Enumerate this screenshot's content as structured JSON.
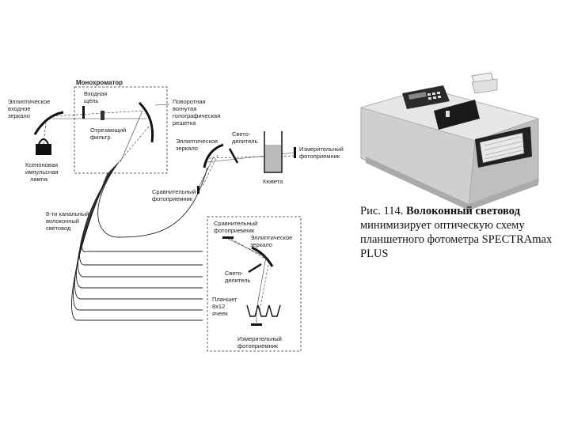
{
  "diagram": {
    "monochromator_title": "Монохроматор",
    "labels": {
      "elliptic_input_mirror": [
        "Эллиптическое",
        "входное",
        "зеркало"
      ],
      "entrance_slit": [
        "Входная",
        "щель"
      ],
      "cutoff_filter": [
        "Отрезающий",
        "фильтр"
      ],
      "rotating_grating": [
        "Поворотная",
        "вогнутая",
        "голографическая",
        "решетка"
      ],
      "elliptic_mirror_1": [
        "Эллиптическое",
        "зеркало"
      ],
      "beam_splitter_1": [
        "Свето-",
        "делитель"
      ],
      "measuring_photoreceiver_1": [
        "Измерительный",
        "фотоприемник"
      ],
      "cuvette": [
        "Кювета"
      ],
      "xenon_lamp": [
        "Ксеноновая",
        "импульсная",
        "лампа"
      ],
      "reference_photoreceiver_1": [
        "Сравнительный",
        "фотоприемник"
      ],
      "fiber_8ch": [
        "8-ти канальный",
        "волоконный",
        "световод"
      ],
      "reference_photoreceiver_2": [
        "Сравнительный",
        "фотоприемник"
      ],
      "elliptic_mirror_2": [
        "Эллиптическое",
        "зеркало"
      ],
      "beam_splitter_2": [
        "Свето-",
        "делитель"
      ],
      "plate": [
        "Планшет",
        "8x12",
        "ячеек"
      ],
      "measuring_photoreceiver_2": [
        "Измерительный",
        "фотоприемник"
      ]
    },
    "device_photo": {
      "name": "device-photo"
    }
  },
  "caption": {
    "prefix": "Рис. 114. ",
    "bold": "Волоконный световод",
    "rest": " минимизирует оптическую схему планшетного фотометра SPECTRAmax PLUS"
  }
}
